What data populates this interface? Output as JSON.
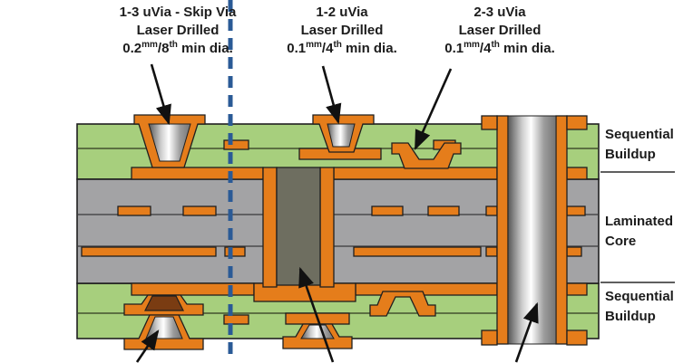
{
  "callouts": [
    {
      "title": "1-3 uVia - Skip Via",
      "process": "Laser Drilled",
      "spec": {
        "v": "0.2",
        "sup1": "mm",
        "mid": "/8",
        "sup2": "th",
        "rest": " min dia."
      }
    },
    {
      "title": "1-2 uVia",
      "process": "Laser Drilled",
      "spec": {
        "v": "0.1",
        "sup1": "mm",
        "mid": "/4",
        "sup2": "th",
        "rest": " min dia."
      }
    },
    {
      "title": "2-3 uVia",
      "process": "Laser Drilled",
      "spec": {
        "v": "0.1",
        "sup1": "mm",
        "mid": "/4",
        "sup2": "th",
        "rest": " min dia."
      }
    }
  ],
  "layer_labels": [
    {
      "line1": "Sequential",
      "line2": "Buildup"
    },
    {
      "line1": "Laminated",
      "line2": "Core"
    },
    {
      "line1": "Sequential",
      "line2": "Buildup"
    }
  ],
  "colors": {
    "copper": "#e57d1b",
    "dielectric_buildup": "#a7cf7d",
    "core_laminate": "#a3a3a5",
    "via_fill_dark": "#6e6e60",
    "via_fill_brown": "#7a3c12",
    "dashed_line": "#2a5a96",
    "outline": "#1f1f1f",
    "background": "#ffffff"
  }
}
